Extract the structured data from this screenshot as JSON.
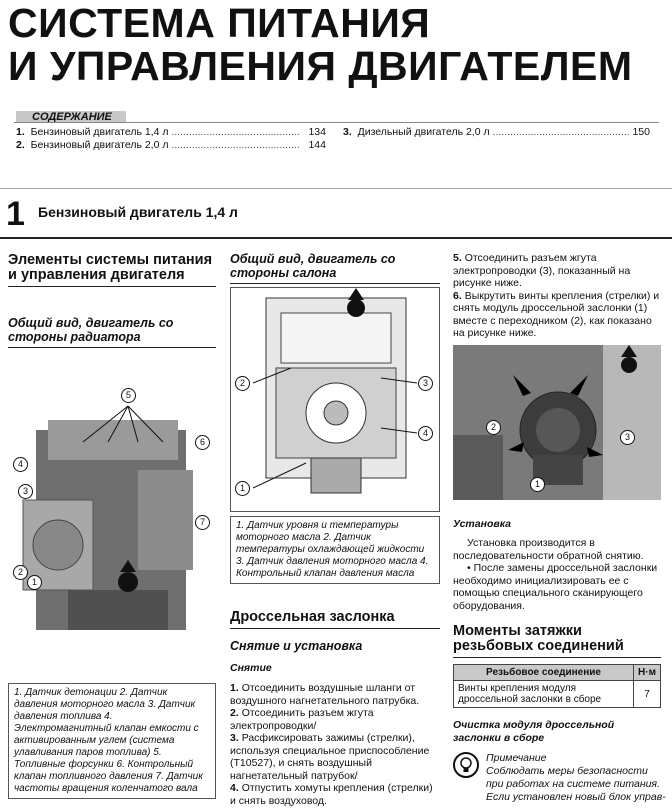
{
  "title": {
    "line1": "СИСТЕМА ПИТАНИЯ",
    "line2": "И УПРАВЛЕНИЯ ДВИГАТЕЛЕМ"
  },
  "toc": {
    "label": "СОДЕРЖАНИЕ",
    "items": [
      {
        "num": "1.",
        "text": "Бензиновый двигатель 1,4 л",
        "page": "134"
      },
      {
        "num": "2.",
        "text": "Бензиновый двигатель 2,0 л",
        "page": "144"
      },
      {
        "num": "3.",
        "text": "Дизельный двигатель 2,0 л",
        "page": "150"
      }
    ]
  },
  "chapter": {
    "num": "1",
    "title": "Бензиновый двигатель 1,4 л"
  },
  "col1": {
    "heading": "Элементы системы питания и управления двигателя",
    "subheading": "Общий вид, двигатель со стороны радиатора",
    "callouts": [
      "5",
      "6",
      "4",
      "3",
      "7",
      "2",
      "1"
    ],
    "caption": "1. Датчик детонации 2. Датчик давления моторного масла 3. Датчик давления топлива 4. Электромагнитный клапан емкости с активированным углем (система улавливания паров топлива) 5. Топливные форсунки 6. Контрольный клапан топливного давления 7. Датчик частоты вращения коленчатого вала"
  },
  "col2": {
    "subheading": "Общий вид, двигатель со стороны салона",
    "callouts": [
      "2",
      "3",
      "4",
      "1"
    ],
    "caption": "1. Датчик уровня и температуры моторного масла 2. Датчик температуры охлаждающей жидкости 3. Датчик давления моторного масла 4. Контрольный клапан давления масла",
    "section": "Дроссельная заслонка",
    "subsection": "Снятие и установка",
    "removal_label": "Снятие",
    "steps": [
      {
        "num": "1.",
        "text": "Отсоединить воздушные шланги от воздушного нагнетательного патрубка."
      },
      {
        "num": "2.",
        "text": "Отсоединить разъем жгута электропроводки/"
      },
      {
        "num": "3.",
        "text": "Расфиксировать зажимы (стрелки), используя специальное приспособление (T10527), и снять воздушный нагнетательный патрубок/"
      },
      {
        "num": "4.",
        "text": "Отпустить хомуты крепления (стрелки) и снять воздуховод."
      }
    ]
  },
  "col3": {
    "steps": [
      {
        "num": "5.",
        "text": "Отсоединить разъем жгута электропроводки (3), показанный на рисунке ниже."
      },
      {
        "num": "6.",
        "text": "Выкрутить винты крепления (стрелки) и снять модуль дроссельной заслонки (1) вместе с переходником (2), как показано на рисунке ниже."
      }
    ],
    "callouts": [
      "2",
      "3",
      "1"
    ],
    "install_label": "Установка",
    "install_text": "Установка производится в последовательности обратной снятию.",
    "install_bullet": "• После замены дроссельной заслонки необходимо инициализировать ее с помощью специального сканирующего оборудования.",
    "torque_heading": "Моменты затяжки резьбовых соединений",
    "table": {
      "headers": [
        "Резьбовое соединение",
        "Н·м"
      ],
      "rows": [
        [
          "Винты крепления модуля дроссельной заслонки в сборе",
          "7"
        ]
      ]
    },
    "clean_heading": "Очистка модуля дроссельной заслонки в сборе",
    "note_label": "Примечание",
    "note_text": "Соблюдать меры безопасности при работах на системе питания.",
    "note_tail": "Если установлен новый блок управ-"
  }
}
